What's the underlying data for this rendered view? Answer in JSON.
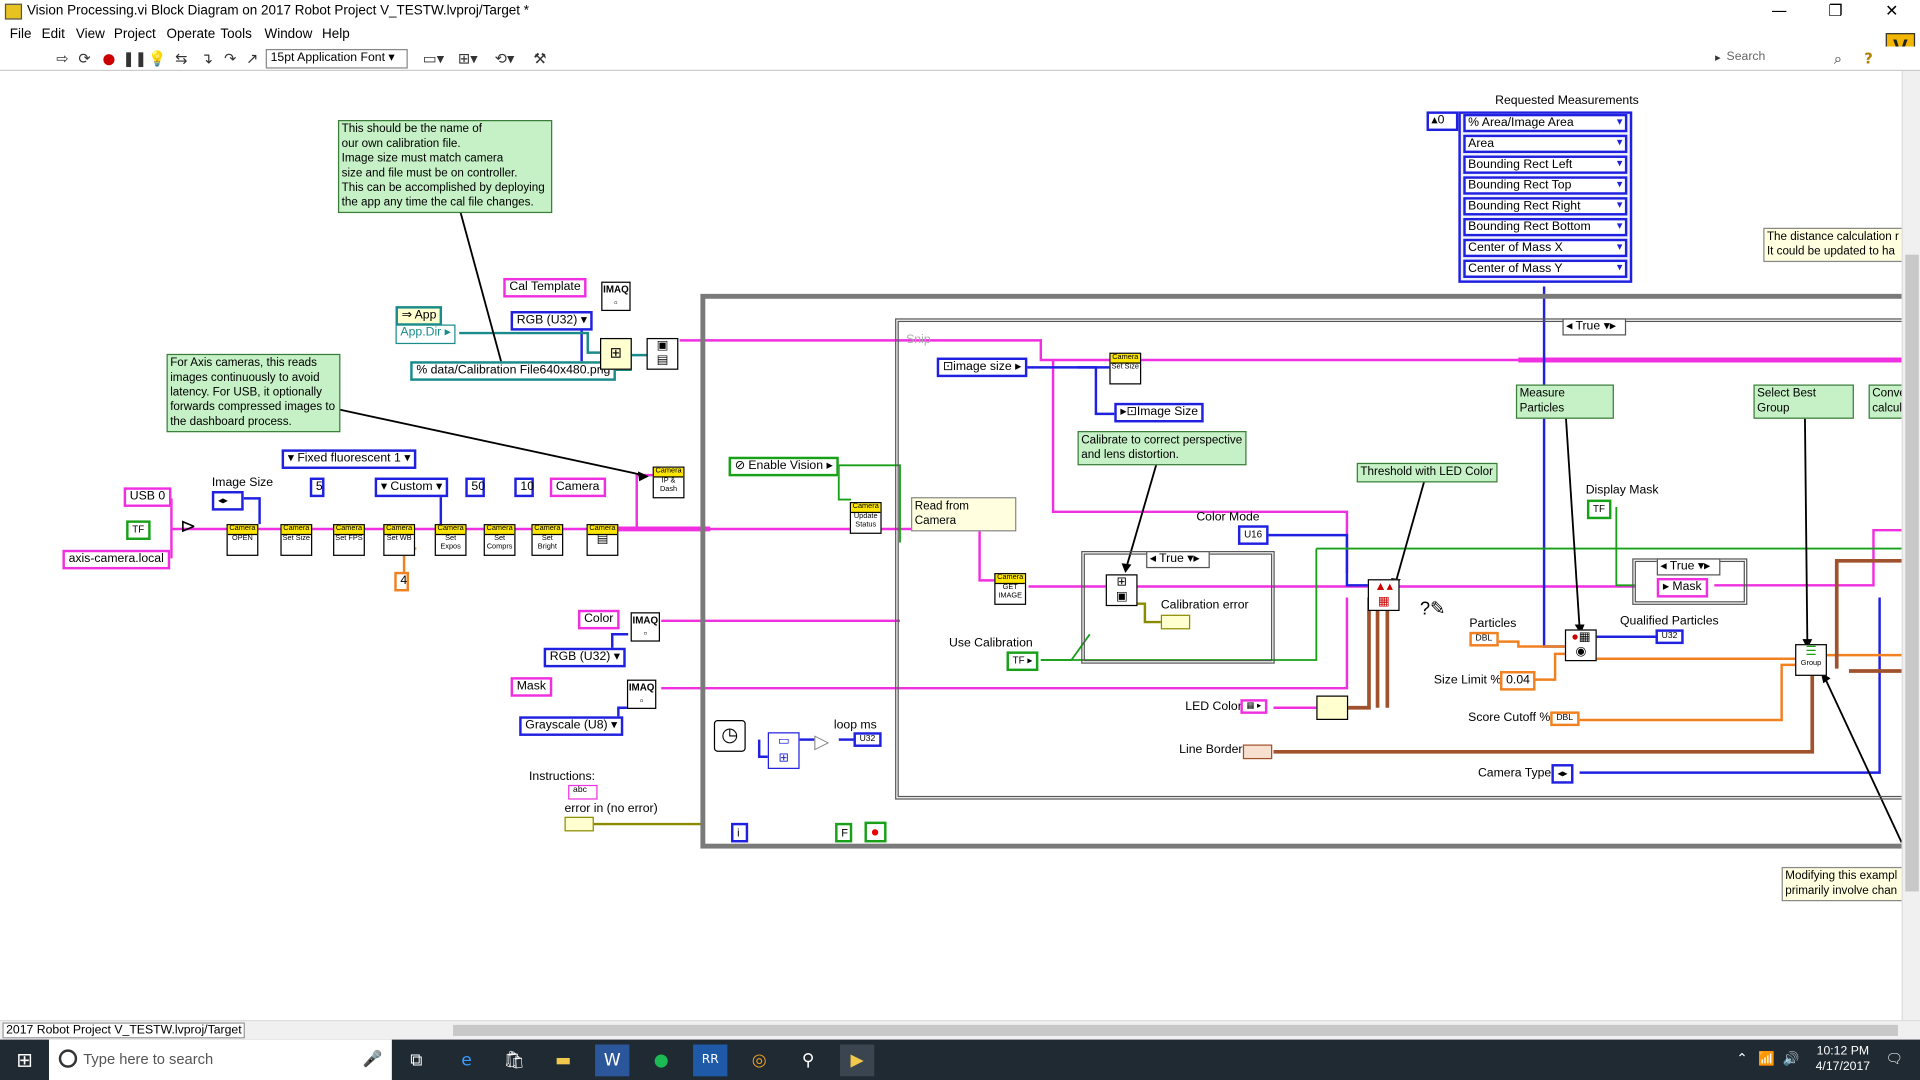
{
  "window": {
    "title": "Vision Processing.vi Block Diagram on 2017 Robot Project V_TESTW.lvproj/Target *",
    "minimize": "—",
    "maximize": "❐",
    "close": "✕"
  },
  "menu": [
    "File",
    "Edit",
    "View",
    "Project",
    "Operate",
    "Tools",
    "Window",
    "Help"
  ],
  "toolbar": {
    "font": "15pt Application Font",
    "search_placeholder": "Search",
    "help": "?",
    "logo": "V"
  },
  "diagram": {
    "comments": {
      "cal_file": "This should be the name of\nour own calibration file.\nImage size must match camera\nsize and file must be on controller.\nThis can be accomplished by deploying\nthe app any time the cal file changes.",
      "axis": "For Axis cameras, this reads\nimages continuously to avoid\nlatency. For USB, it optionally\nforwards compressed images to\nthe dashboard process.",
      "calibrate": "Calibrate to correct perspective\nand lens distortion.",
      "threshold": "Threshold with LED Color",
      "measure": "Measure Particles",
      "best_group": "Select Best Group",
      "conv": "Conve\ncalcul",
      "distance": "The distance calculation r\nIt could be updated to ha",
      "modifying": "Modifying this exampl\nprimarily involve chan",
      "read_camera": "Read from Camera"
    },
    "labels": {
      "requested": "Requested Measurements",
      "image_size": "Image Size",
      "color_mode": "Color Mode",
      "calibration_error": "Calibration error",
      "use_calibration": "Use Calibration",
      "display_mask": "Display Mask",
      "particles": "Particles",
      "qualified": "Qualified Particles",
      "size_limit": "Size Limit %",
      "score_cutoff": "Score Cutoff %",
      "led_color": "LED Color",
      "line_border": "Line Border",
      "camera_type": "Camera Type",
      "loop_ms": "loop ms",
      "instructions": "Instructions:",
      "error_in": "error in (no error)",
      "mask_lbl": "Mask",
      "snip": "Snip"
    },
    "constants": {
      "usb": "USB 0",
      "axis_host": "axis-camera.local",
      "fixed_fluor": "Fixed fluorescent 1",
      "custom": "Custom",
      "v5": "5",
      "v50": "50",
      "v10": "10",
      "v4": "4",
      "camera": "Camera",
      "cal_template": "Cal Template",
      "rgb1": "RGB (U32)",
      "rgb2": "RGB (U32)",
      "gray": "Grayscale (U8)",
      "app": "App",
      "app_dir": "App.Dir",
      "cal_path": "data/Calibration File640x480.png",
      "color": "Color",
      "mask": "Mask",
      "enable_vision": "Enable Vision",
      "image_size_in": "image size",
      "image_size_out": "Image Size",
      "true1": "True",
      "true2": "True",
      "true3": "True",
      "size_limit_val": "0.04",
      "index0": "0",
      "u16": "U16",
      "u32a": "U32",
      "u32b": "U32",
      "dbl": "DBL",
      "tf": "TF",
      "f": "F",
      "i": "i"
    },
    "measurements": [
      "% Area/Image Area",
      "Area",
      "Bounding Rect Left",
      "Bounding Rect Top",
      "Bounding Rect Right",
      "Bounding Rect Bottom",
      "Center of Mass X",
      "Center of Mass Y"
    ],
    "vis": {
      "open": [
        "Camera",
        "OPEN"
      ],
      "size": [
        "Camera",
        "Set Size"
      ],
      "fps": [
        "Camera",
        "Set FPS"
      ],
      "wb": [
        "Camera",
        "Set WB"
      ],
      "expo": [
        "Camera",
        "Set Expos"
      ],
      "compr": [
        "Camera",
        "Set Comprs"
      ],
      "bright": [
        "Camera",
        "Set Bright"
      ],
      "ipdash": [
        "Camera",
        "IP & Dash"
      ],
      "update": [
        "Camera",
        "Update Status"
      ],
      "getimg": [
        "Camera",
        "GET IMAGE"
      ],
      "setsize2": [
        "Camera",
        "Set Size"
      ],
      "group": [
        "Group"
      ]
    },
    "imaq": "IMAQ"
  },
  "status": {
    "project_path": "2017 Robot Project V_TESTW.lvproj/Target"
  },
  "taskbar": {
    "search": "Type here to search",
    "time": "10:12 PM",
    "date": "4/17/2017"
  },
  "colors": {
    "pink_wire": "#f02fe0",
    "blue_wire": "#2020e0",
    "orange_wire": "#f08020",
    "brown_wire": "#a0522d",
    "green_wire": "#18a018",
    "comment_bg": "#c6f0c6",
    "taskbar": "#1f2a33"
  }
}
